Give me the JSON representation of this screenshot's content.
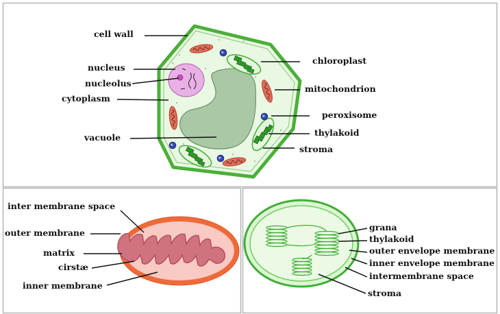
{
  "colors": {
    "panel_border": "#b5b5b5",
    "cell_wall": "#4caf3a",
    "cytoplasm": "#e9f8e3",
    "nucleus": "#e9b0e6",
    "vacuole": "#a9c8a4",
    "chloroplast": "#3fae35",
    "mitochondrion_outer": "#ee6a3a",
    "mitochondrion_inner": "#d07280",
    "peroxisome": "#3747b3",
    "leader_line": "#111111"
  },
  "cell": {
    "labels": {
      "cell_wall": "cell wall",
      "nucleus": "nucleus",
      "nucleolus": "nucleolus",
      "cytoplasm": "cytoplasm",
      "vacuole": "vacuole",
      "chloroplast": "chloroplast",
      "mitochondrion": "mitochondrion",
      "peroxisome": "peroxisome",
      "thylakoid": "thylakoid",
      "stroma": "stroma"
    }
  },
  "mitochondrion": {
    "labels": {
      "inter_membrane_space": "inter membrane space",
      "outer_membrane": "outer membrane",
      "matrix": "matrix",
      "cristae": "cirstæ",
      "inner_membrane": "inner membrane"
    }
  },
  "chloroplast": {
    "labels": {
      "grana": "grana",
      "thylakoid": "thylakoid",
      "outer_envelope_membrane": "outer envelope membrane",
      "inner_envelope_membrane": "inner envelope membrane",
      "intermembrane_space": "intermembrane space",
      "stroma": "stroma"
    }
  }
}
